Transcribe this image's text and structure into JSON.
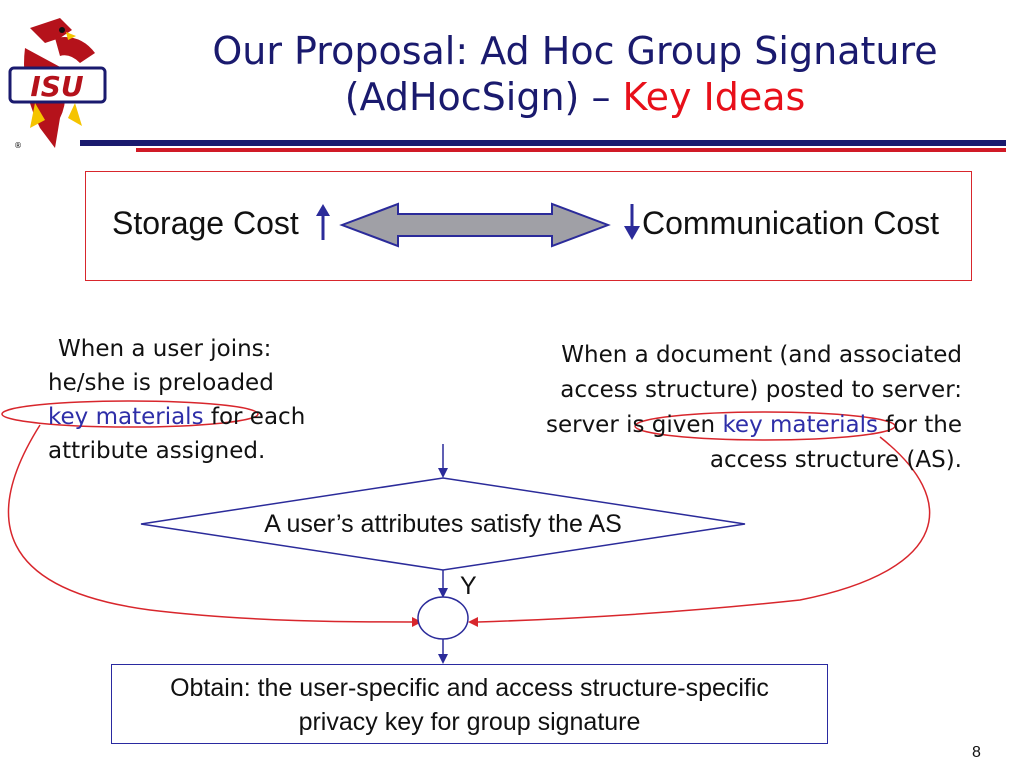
{
  "slide": {
    "title_main": "Our Proposal: Ad Hoc Group Signature",
    "title_line2": "(AdHocSign) – ",
    "title_highlight": "Key Ideas",
    "logo_text": "ISU",
    "page_number": "8"
  },
  "tradeoff": {
    "storage_label": "Storage Cost",
    "communication_label": "Communication Cost"
  },
  "left_note": {
    "line1": "When a user joins:",
    "line2": "he/she is preloaded",
    "key_materials": "key materials",
    "line3_rest": " for each",
    "line4": "attribute assigned."
  },
  "right_note": {
    "line1": "When a document (and associated",
    "line2": "access structure) posted to server:",
    "line3_pre": "server is given ",
    "key_materials": "key materials",
    "line3_rest": " for the",
    "line4": "access structure (AS)."
  },
  "decision": {
    "label": "A user’s attributes satisfy the AS",
    "yes_label": "Y"
  },
  "result": {
    "line1": "Obtain: the user-specific and access structure-specific",
    "line2": "privacy key for group signature"
  },
  "colors": {
    "title": "#1a1a6e",
    "highlight": "#e8101a",
    "arrow_blue": "#2b2b9a",
    "oval_red": "#d8262c",
    "double_arrow_fill": "#a0a0a6"
  }
}
